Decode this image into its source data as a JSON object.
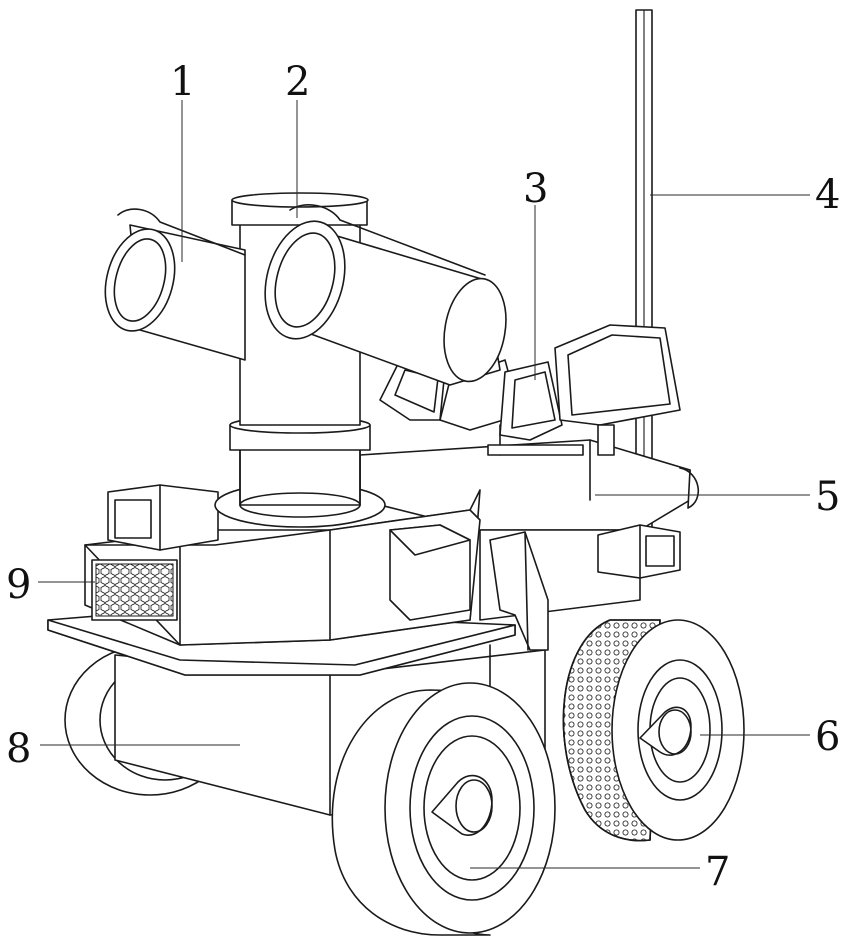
{
  "labels": {
    "l1": "1",
    "l2": "2",
    "l3": "3",
    "l4": "4",
    "l5": "5",
    "l6": "6",
    "l7": "7",
    "l8": "8",
    "l9": "9"
  },
  "colors": {
    "line": "#1a1a1a",
    "background": "#ffffff"
  }
}
